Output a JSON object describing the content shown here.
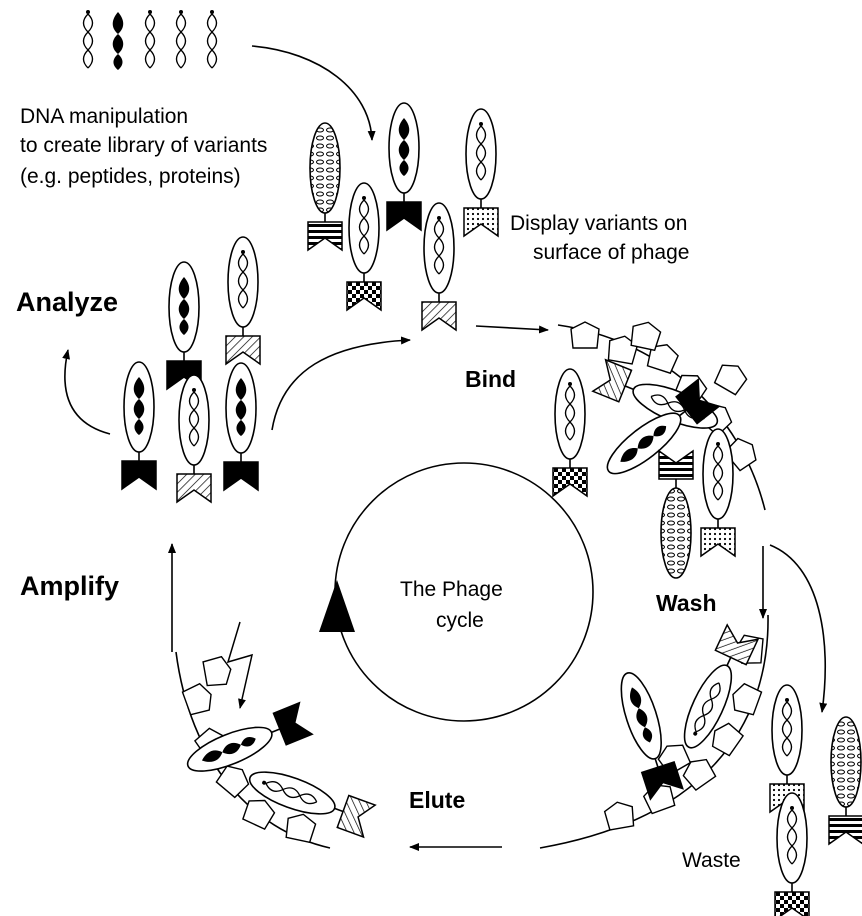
{
  "labels": {
    "dna_manipulation": "DNA  manipulation",
    "create_library": "to create library of variants",
    "examples": "(e.g. peptides, proteins)",
    "display_variants": "Display variants on",
    "surface_of_phage": "surface of phage",
    "analyze": "Analyze",
    "bind": "Bind",
    "amplify": "Amplify",
    "wash": "Wash",
    "elute": "Elute",
    "waste": "Waste",
    "center_line1": "The Phage",
    "center_line2": "cycle"
  },
  "colors": {
    "ink": "#000000",
    "paper": "#ffffff"
  }
}
